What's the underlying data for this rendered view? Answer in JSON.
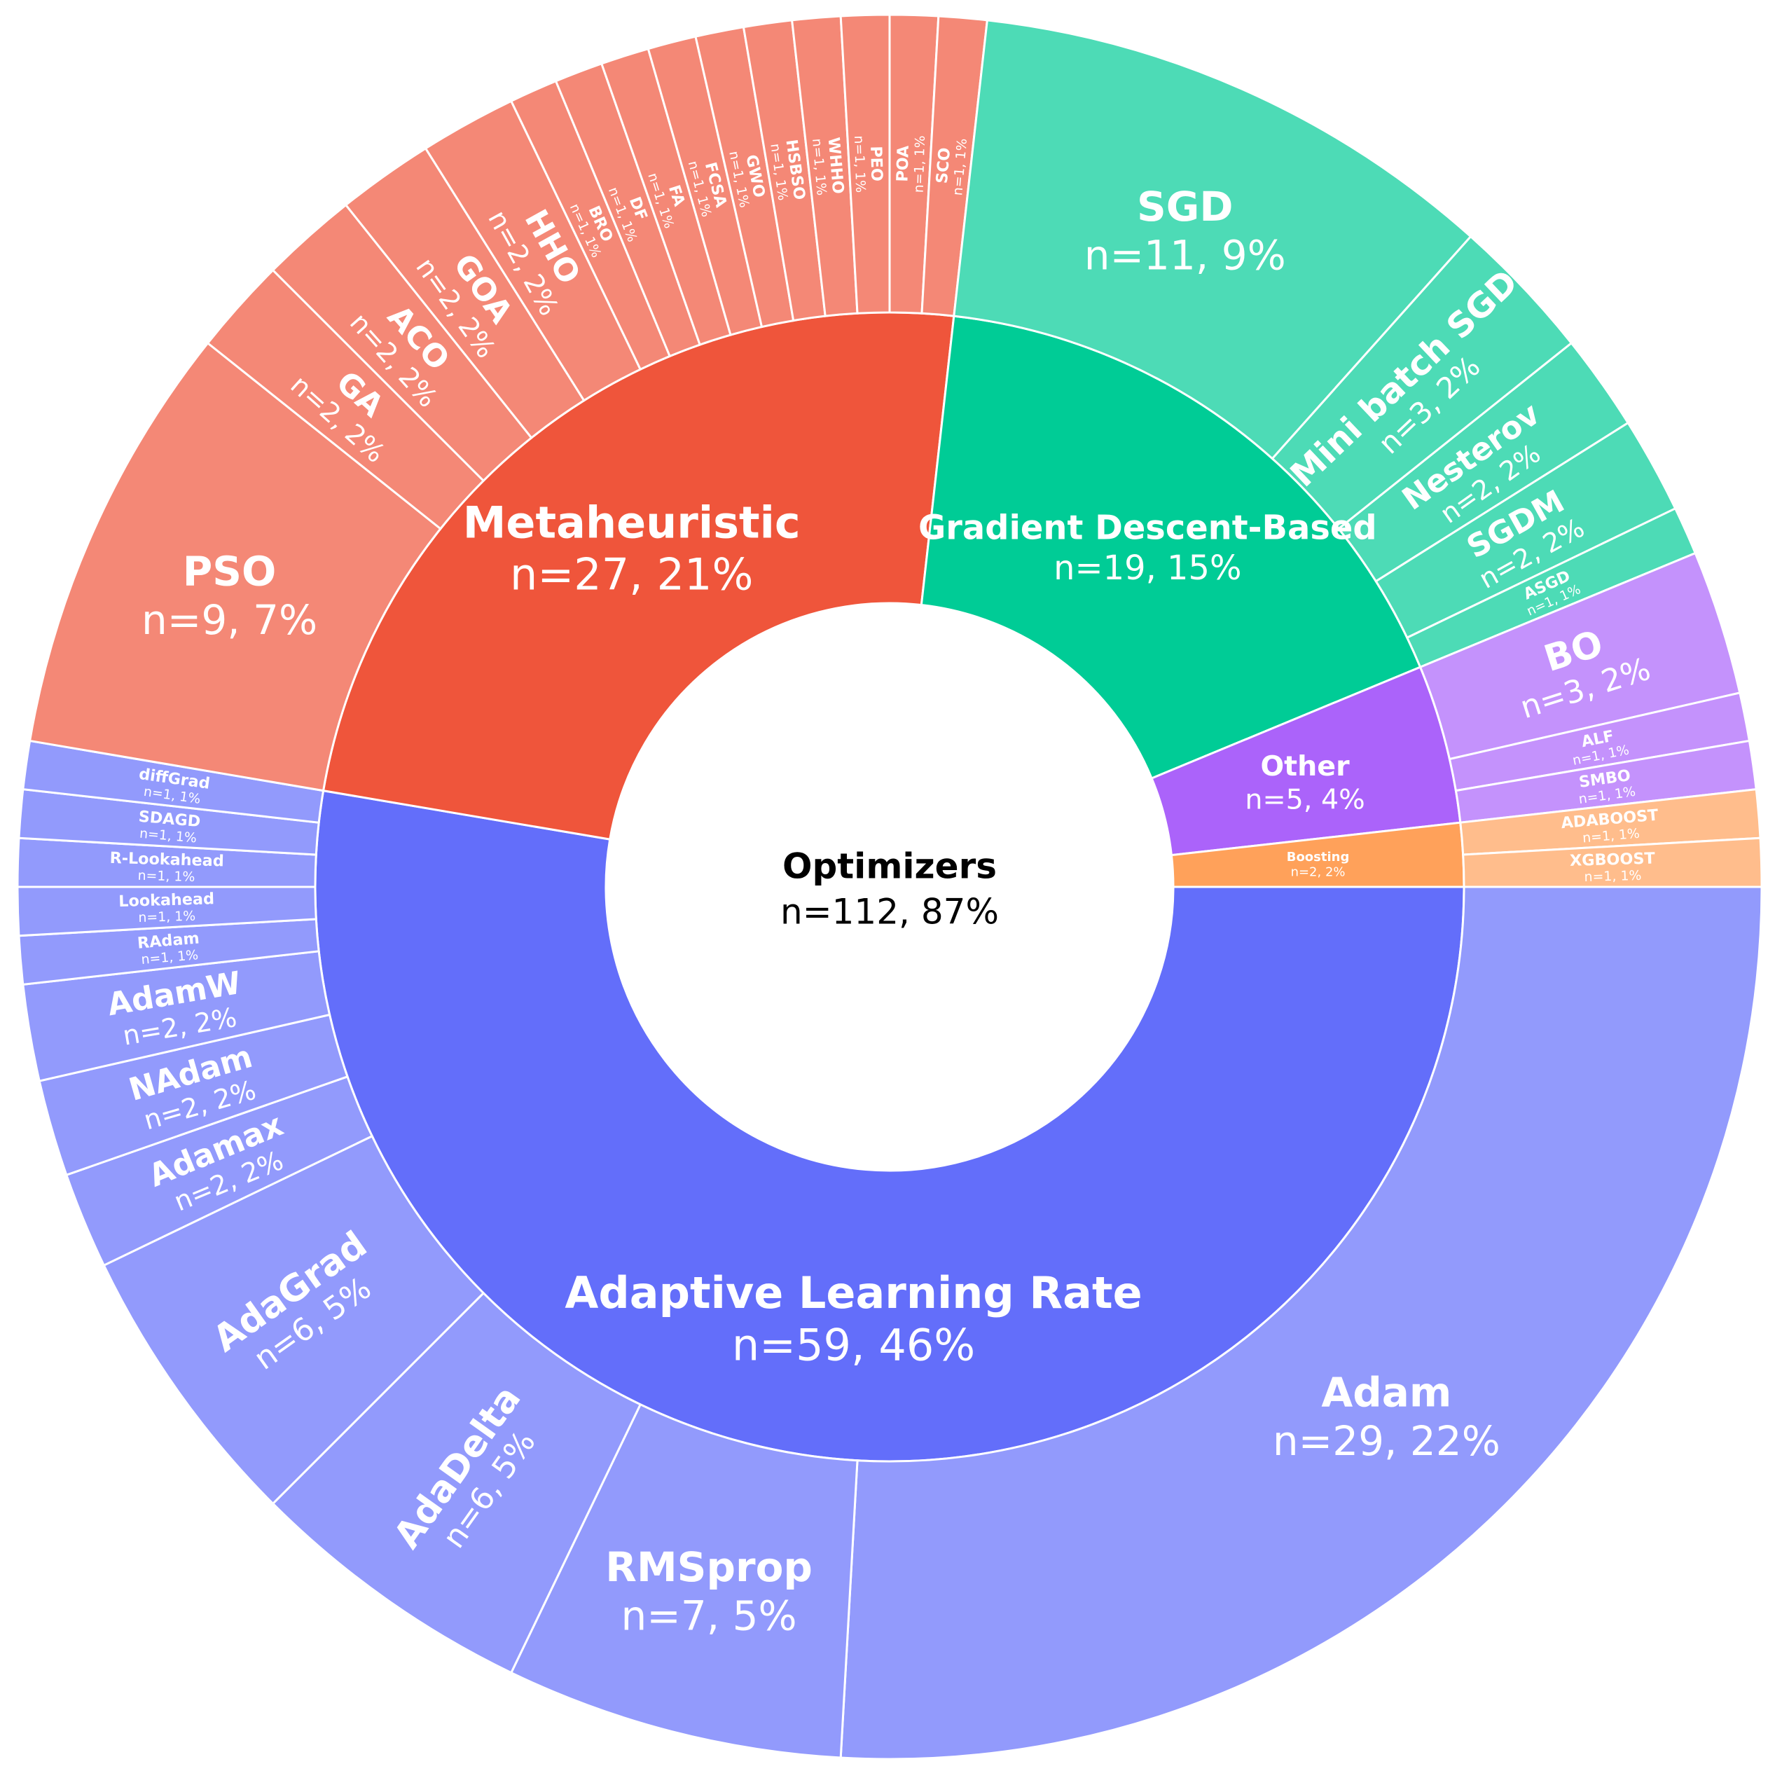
{
  "chart_data": {
    "type": "sunburst",
    "root": {
      "name": "Optimizers",
      "value_label": "n=112, 87%"
    },
    "colors": {
      "Adaptive Learning Rate": "#636efa",
      "Metaheuristic": "#ef553b",
      "Gradient Descent-Based": "#00cc96",
      "Other": "#ab63fa",
      "Boosting": "#ffa15a"
    },
    "children": [
      {
        "name": "Adaptive Learning Rate",
        "value": 59,
        "value_label": "n=59, 46%",
        "children": [
          {
            "name": "Adam",
            "value": 29,
            "value_label": "n=29, 22%"
          },
          {
            "name": "RMSprop",
            "value": 7,
            "value_label": "n=7, 5%"
          },
          {
            "name": "AdaDelta",
            "value": 6,
            "value_label": "n=6, 5%"
          },
          {
            "name": "AdaGrad",
            "value": 6,
            "value_label": "n=6, 5%"
          },
          {
            "name": "Adamax",
            "value": 2,
            "value_label": "n=2, 2%"
          },
          {
            "name": "NAdam",
            "value": 2,
            "value_label": "n=2, 2%"
          },
          {
            "name": "AdamW",
            "value": 2,
            "value_label": "n=2, 2%"
          },
          {
            "name": "RAdam",
            "value": 1,
            "value_label": "n=1, 1%"
          },
          {
            "name": "Lookahead",
            "value": 1,
            "value_label": "n=1, 1%"
          },
          {
            "name": "R-Lookahead",
            "value": 1,
            "value_label": "n=1, 1%"
          },
          {
            "name": "SDAGD",
            "value": 1,
            "value_label": "n=1, 1%"
          },
          {
            "name": "diffGrad",
            "value": 1,
            "value_label": "n=1, 1%"
          }
        ]
      },
      {
        "name": "Metaheuristic",
        "value": 27,
        "value_label": "n=27, 21%",
        "children": [
          {
            "name": "PSO",
            "value": 9,
            "value_label": "n=9, 7%"
          },
          {
            "name": "GA",
            "value": 2,
            "value_label": "n=2, 2%"
          },
          {
            "name": "ACO",
            "value": 2,
            "value_label": "n=2, 2%"
          },
          {
            "name": "GOA",
            "value": 2,
            "value_label": "n=2, 2%"
          },
          {
            "name": "HHO",
            "value": 2,
            "value_label": "n=2, 2%"
          },
          {
            "name": "BRO",
            "value": 1,
            "value_label": "n=1, 1%"
          },
          {
            "name": "DF",
            "value": 1,
            "value_label": "n=1, 1%"
          },
          {
            "name": "FA",
            "value": 1,
            "value_label": "n=1, 1%"
          },
          {
            "name": "FCSA",
            "value": 1,
            "value_label": "n=1, 1%"
          },
          {
            "name": "GWO",
            "value": 1,
            "value_label": "n=1, 1%"
          },
          {
            "name": "HSBSO",
            "value": 1,
            "value_label": "n=1, 1%"
          },
          {
            "name": "WHHO",
            "value": 1,
            "value_label": "n=1, 1%"
          },
          {
            "name": "PEO",
            "value": 1,
            "value_label": "n=1, 1%"
          },
          {
            "name": "POA",
            "value": 1,
            "value_label": "n=1, 1%"
          },
          {
            "name": "SCO",
            "value": 1,
            "value_label": "n=1, 1%"
          }
        ]
      },
      {
        "name": "Gradient Descent-Based",
        "value": 19,
        "value_label": "n=19, 15%",
        "children": [
          {
            "name": "SGD",
            "value": 11,
            "value_label": "n=11, 9%"
          },
          {
            "name": "Mini batch SGD",
            "value": 3,
            "value_label": "n=3, 2%"
          },
          {
            "name": "Nesterov",
            "value": 2,
            "value_label": "n=2, 2%"
          },
          {
            "name": "SGDM",
            "value": 2,
            "value_label": "n=2, 2%"
          },
          {
            "name": "ASGD",
            "value": 1,
            "value_label": "n=1, 1%"
          }
        ]
      },
      {
        "name": "Other",
        "value": 5,
        "value_label": "n=5, 4%",
        "children": [
          {
            "name": "BO",
            "value": 3,
            "value_label": "n=3, 2%"
          },
          {
            "name": "ALF",
            "value": 1,
            "value_label": "n=1, 1%"
          },
          {
            "name": "SMBO",
            "value": 1,
            "value_label": "n=1, 1%"
          }
        ]
      },
      {
        "name": "Boosting",
        "value": 2,
        "value_label": "n=2, 2%",
        "children": [
          {
            "name": "ADABOOST",
            "value": 1,
            "value_label": "n=1, 1%"
          },
          {
            "name": "XGBOOST",
            "value": 1,
            "value_label": "n=1, 1%"
          }
        ]
      }
    ]
  }
}
